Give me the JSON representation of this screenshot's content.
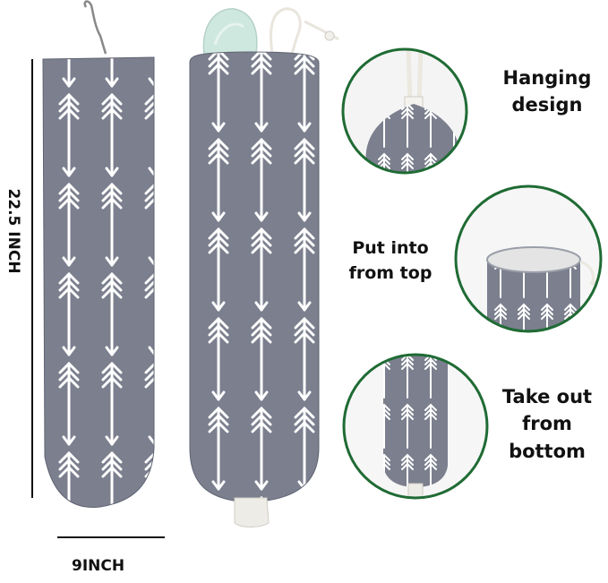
{
  "colors": {
    "fabric": "#7b7f8e",
    "fabric_dark": "#6c7080",
    "arrow": "#ffffff",
    "circle_border": "#1f6b34",
    "text": "#111111",
    "bag_plastic": "#cfe8df"
  },
  "dimensions": {
    "height_label": "22.5 INCH",
    "width_label": "9INCH"
  },
  "features": [
    {
      "line1": "Hanging",
      "line2": "design"
    },
    {
      "line1": "Put into",
      "line2": "from top"
    },
    {
      "line1": "Take out",
      "line2": "from",
      "line3": "bottom"
    }
  ],
  "icons": {
    "pattern": "arrow-pattern-icon"
  }
}
